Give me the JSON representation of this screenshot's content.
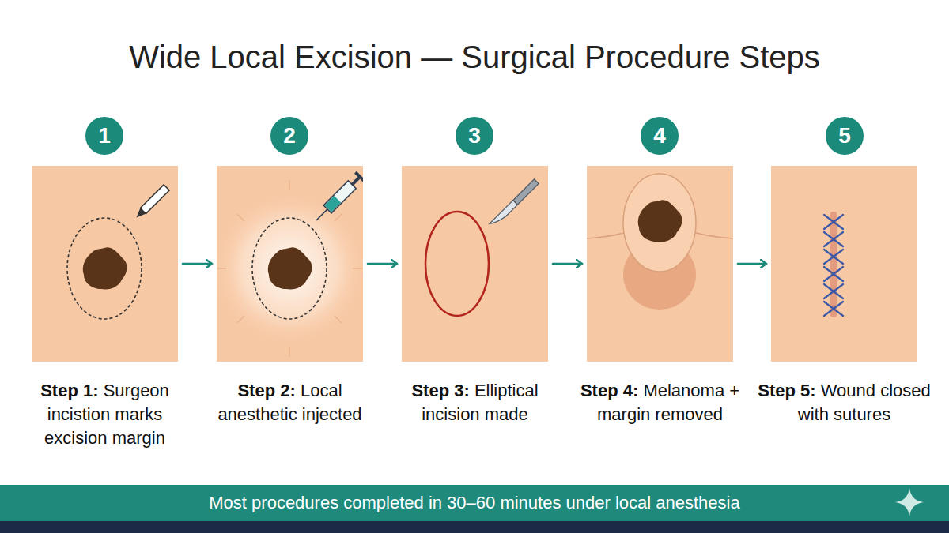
{
  "diagram": {
    "title": "Wide Local Excision — Surgical Procedure Steps",
    "nodes": [
      {
        "text": [
          "1"
        ]
      },
      {
        "text": [
          "2"
        ]
      },
      {
        "text": [
          "3"
        ]
      },
      {
        "text": [
          "4"
        ]
      },
      {
        "text": [
          "5"
        ]
      },
      {
        "text": [
          "Step 1:",
          "Surgeon incistion marks excision margin"
        ]
      },
      {
        "text": [
          "Step 2:",
          "Local anesthetic injected"
        ]
      },
      {
        "text": [
          "Step 3:",
          "Elliptical incision made"
        ]
      },
      {
        "text": [
          "Step 4:",
          "Melanoma + margin removed"
        ]
      },
      {
        "text": [
          "Step 5:",
          "Wound closed with sutures"
        ]
      },
      {
        "text": [
          "Most procedures completed in 30–60 minutes under local anesthesia"
        ]
      }
    ],
    "edges": [
      {
        "from": 5,
        "to": 6,
        "arrow": "to"
      },
      {
        "from": 6,
        "to": 7,
        "arrow": "to"
      },
      {
        "from": 7,
        "to": 8,
        "arrow": "to"
      },
      {
        "from": 8,
        "to": 9,
        "arrow": "to"
      }
    ]
  }
}
